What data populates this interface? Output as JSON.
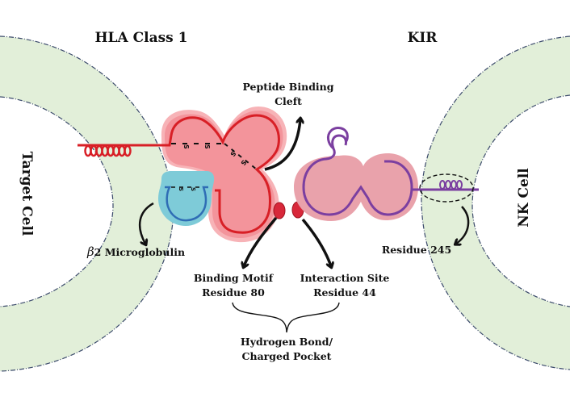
{
  "titles": {
    "left": "HLA Class 1",
    "right": "KIR"
  },
  "cells": {
    "left": "Target Cell",
    "right": "NK Cell"
  },
  "annotations": {
    "peptide_cleft_line1": "Peptide Binding",
    "peptide_cleft_line2": "Cleft",
    "b2m_symbol": "β",
    "b2m_label": "2 Microglobulin",
    "residue_245": "Residue 245",
    "binding_motif_line1": "Binding Motif",
    "binding_motif_line2": "Residue 80",
    "interaction_site_line1": "Interaction Site",
    "interaction_site_line2": "Residue 44",
    "hbond_line1": "Hydrogen Bond/",
    "hbond_line2": "Charged Pocket"
  },
  "disulfide": {
    "s": "S"
  },
  "colors": {
    "membrane": "#e2efd9",
    "membrane_border": "#3b4a6b",
    "hla_fill": "#f3949b",
    "hla_halo": "#f7b3b7",
    "hla_line": "#d81f26",
    "b2m_fill": "#7ecbd8",
    "b2m_line": "#2f6db5",
    "kir_fill": "#e9a2ab",
    "kir_line": "#7b3fa0",
    "contact_red": "#d8283a",
    "arrow": "#111111"
  }
}
